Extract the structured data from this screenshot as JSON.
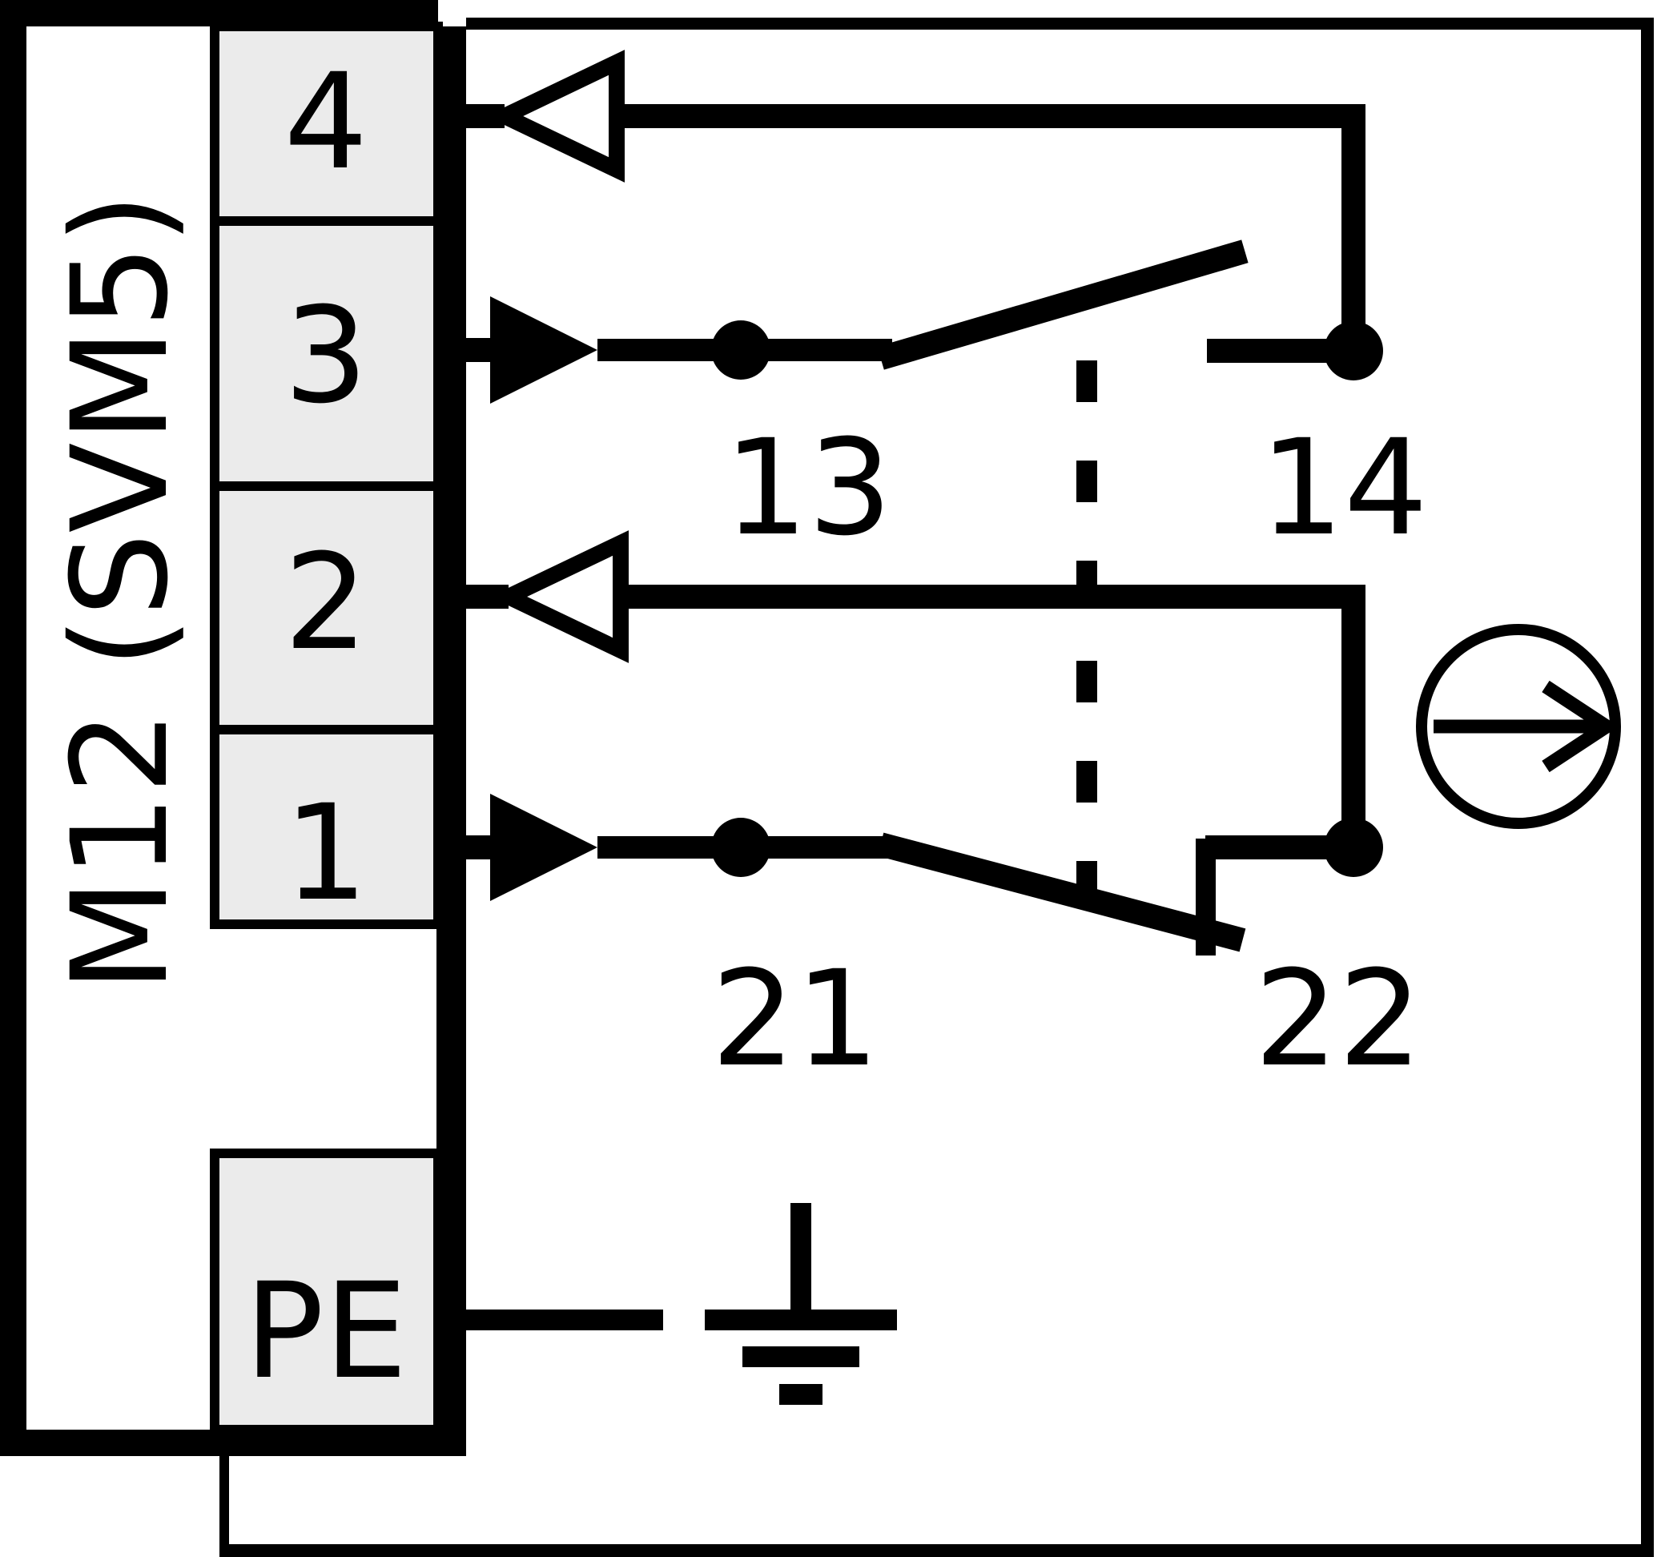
{
  "diagram": {
    "connector": {
      "title": "M12 (SVM5)",
      "pins": [
        {
          "label": "4"
        },
        {
          "label": "3"
        },
        {
          "label": "2"
        },
        {
          "label": "1"
        }
      ],
      "pe_label": "PE"
    },
    "contacts": {
      "no_contact": {
        "from": "13",
        "to": "14"
      },
      "nc_contact": {
        "from": "21",
        "to": "22"
      }
    },
    "colors": {
      "line": "#000000",
      "pin_box_fill": "#EBEBEB",
      "background": "#FFFFFF"
    }
  }
}
